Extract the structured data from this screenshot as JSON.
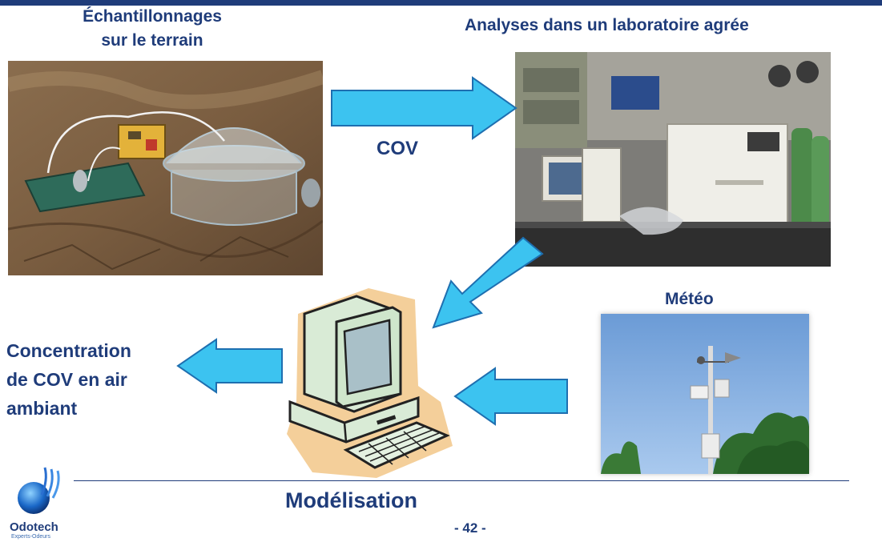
{
  "header": {
    "sampling_title_line1": "Échantillonnages",
    "sampling_title_line2": "sur le terrain",
    "lab_title": "Analyses dans un laboratoire agrée"
  },
  "flow": {
    "cov_label": "COV",
    "meteo_label": "Météo",
    "output_line1": "Concentration",
    "output_line2": "de COV en air",
    "output_line3": "ambiant"
  },
  "footer": {
    "modelisation_label": "Modélisation",
    "page_number": "- 42 -",
    "logo_name": "Odotech",
    "logo_tagline": "Experts-Odeurs"
  },
  "colors": {
    "title_text": "#1f3c7a",
    "arrow_fill": "#3cc3f0",
    "arrow_stroke": "#1e6fb0",
    "top_bar": "#1f3c7a"
  },
  "icons": {
    "computer": "computer-clipart-icon",
    "logo": "odotech-logo-icon"
  }
}
